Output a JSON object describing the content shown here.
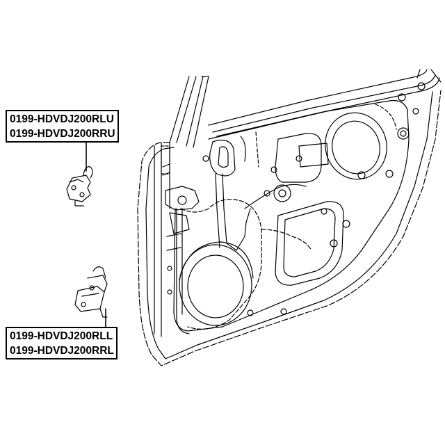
{
  "labels": {
    "upper_hinge": [
      "0199-HDVDJ200RLU",
      "0199-HDVDJ200RRU"
    ],
    "lower_hinge": [
      "0199-HDVDJ200RLL",
      "0199-HDVDJ200RRL"
    ]
  },
  "colors": {
    "line": "#000000",
    "background": "#ffffff"
  }
}
